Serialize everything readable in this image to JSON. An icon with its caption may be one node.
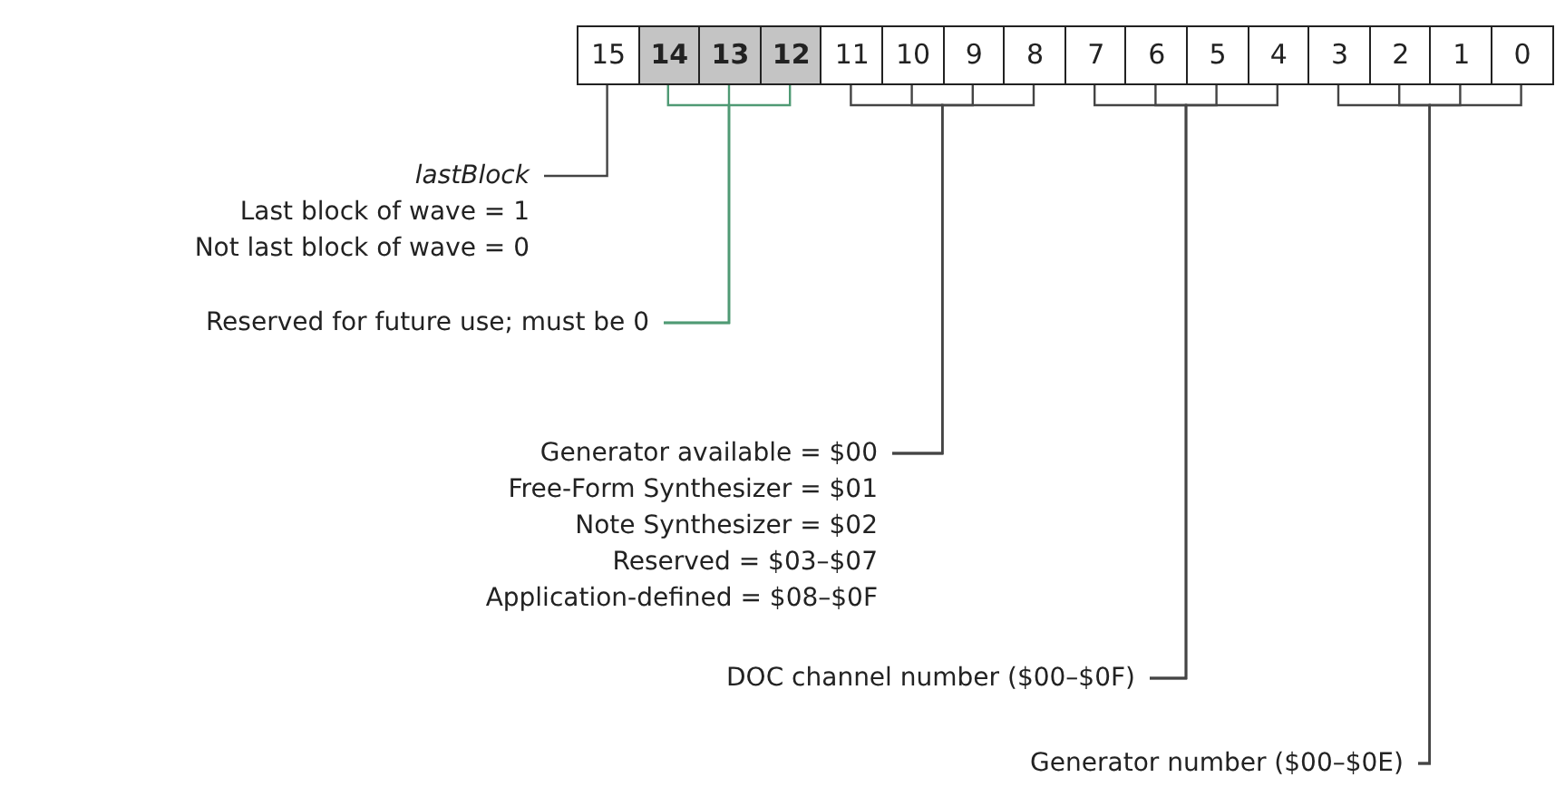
{
  "diagram": {
    "nodes": [
      {
        "text": [
          "15"
        ]
      },
      {
        "text": [
          "14"
        ]
      },
      {
        "text": [
          "13"
        ]
      },
      {
        "text": [
          "12"
        ]
      },
      {
        "text": [
          "11"
        ]
      },
      {
        "text": [
          "10"
        ]
      },
      {
        "text": [
          "9"
        ]
      },
      {
        "text": [
          "8"
        ]
      },
      {
        "text": [
          "7"
        ]
      },
      {
        "text": [
          "6"
        ]
      },
      {
        "text": [
          "5"
        ]
      },
      {
        "text": [
          "4"
        ]
      },
      {
        "text": [
          "3"
        ]
      },
      {
        "text": [
          "2"
        ]
      },
      {
        "text": [
          "1"
        ]
      },
      {
        "text": [
          "0"
        ]
      },
      {
        "text": [
          "lastBlock",
          "Last block of wave = 1",
          "Not last block of wave = 0"
        ]
      },
      {
        "text": [
          "Reserved for future use; must be 0"
        ]
      },
      {
        "text": [
          "Generator available = $00",
          "Free-Form Synthesizer = $01",
          "Note Synthesizer = $02",
          "Reserved = $03–$07",
          "Application-defined = $08–$0F"
        ]
      },
      {
        "text": [
          "DOC channel number ($00–$0F)"
        ]
      },
      {
        "text": [
          "Generator number ($00–$0E)"
        ]
      }
    ],
    "edges": [
      {
        "from": 16,
        "to": 0,
        "arrow": "none"
      },
      {
        "from": 17,
        "to": 1,
        "arrow": "none",
        "color": "#4f9a74"
      },
      {
        "from": 17,
        "to": 2,
        "arrow": "none",
        "color": "#4f9a74"
      },
      {
        "from": 17,
        "to": 3,
        "arrow": "none",
        "color": "#4f9a74"
      },
      {
        "from": 18,
        "to": 4,
        "arrow": "none"
      },
      {
        "from": 18,
        "to": 5,
        "arrow": "none"
      },
      {
        "from": 18,
        "to": 6,
        "arrow": "none"
      },
      {
        "from": 18,
        "to": 7,
        "arrow": "none"
      },
      {
        "from": 19,
        "to": 8,
        "arrow": "none"
      },
      {
        "from": 19,
        "to": 9,
        "arrow": "none"
      },
      {
        "from": 19,
        "to": 10,
        "arrow": "none"
      },
      {
        "from": 19,
        "to": 11,
        "arrow": "none"
      },
      {
        "from": 20,
        "to": 12,
        "arrow": "none"
      },
      {
        "from": 20,
        "to": 13,
        "arrow": "none"
      },
      {
        "from": 20,
        "to": 14,
        "arrow": "none"
      },
      {
        "from": 20,
        "to": 15,
        "arrow": "none"
      }
    ]
  }
}
